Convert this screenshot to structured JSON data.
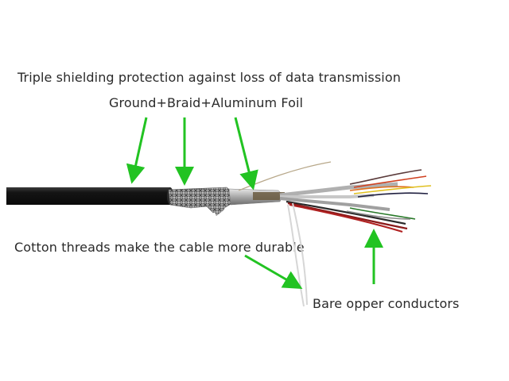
{
  "labels": {
    "title": "Triple shielding protection against loss of data transmission",
    "shield_layers": "Ground+Braid+Aluminum Foil",
    "cotton": "Cotton threads make the cable more durable",
    "conductors": "Bare opper conductors"
  },
  "colors": {
    "arrow": "#22c322",
    "jacket": "#161616",
    "text": "#2a2a2a"
  }
}
